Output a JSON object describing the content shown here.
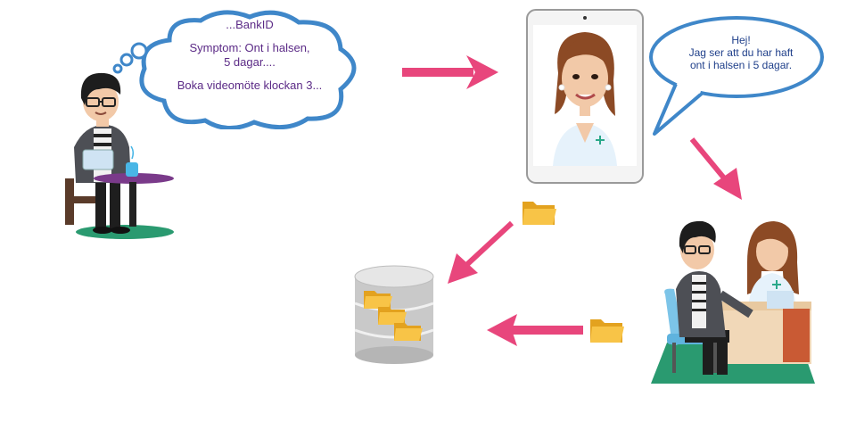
{
  "thought_bubble": {
    "lines": [
      "...BankID",
      "Symptom: Ont i halsen,\n5 dagar....",
      "Boka videomöte klockan 3..."
    ]
  },
  "speech_bubble": {
    "lines": [
      "Hej!",
      "Jag ser att du har haft\nont i halsen i 5 dagar."
    ]
  },
  "colors": {
    "arrow": "#e8467c",
    "thought_outline": "#3f87c9",
    "speech_outline": "#3f87c9",
    "folder": "#f3b52a",
    "floor": "#2a9a70"
  },
  "icons": [
    "patient-figure",
    "tablet-icon",
    "doctor-figure",
    "database-icon",
    "folder-icon",
    "consultation-scene"
  ]
}
